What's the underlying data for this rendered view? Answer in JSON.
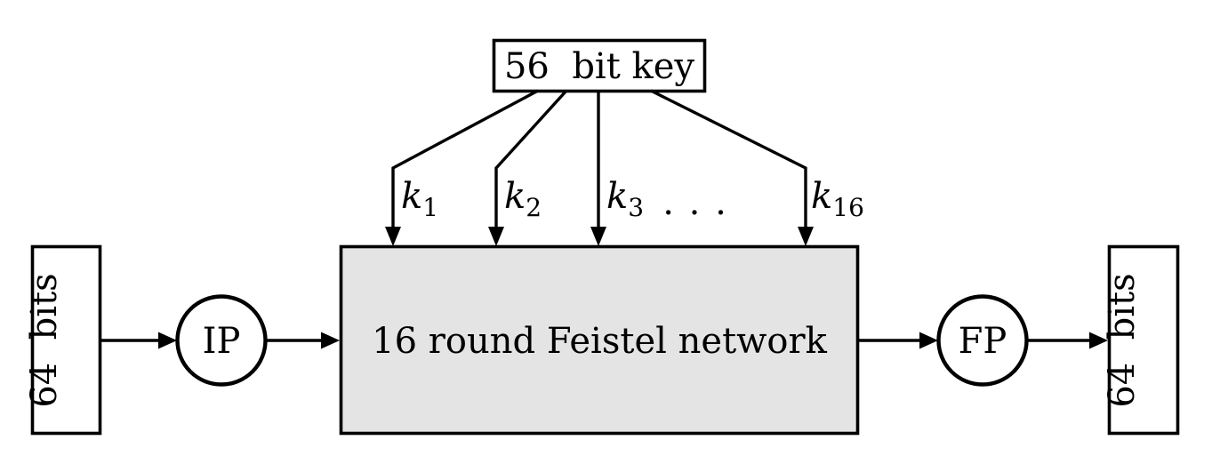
{
  "colors": {
    "stroke": "#000000",
    "background": "#ffffff",
    "feistel_fill": "#e4e4e4",
    "node_fill": "#ffffff"
  },
  "key_box": {
    "label": "56  bit key"
  },
  "key_schedule": {
    "subkeys": [
      {
        "base": "k",
        "sub": "1"
      },
      {
        "base": "k",
        "sub": "2"
      },
      {
        "base": "k",
        "sub": "3"
      },
      {
        "base": "k",
        "sub": "16"
      }
    ],
    "ellipsis": ". . ."
  },
  "feistel_box": {
    "label": "16 round Feistel network"
  },
  "pipeline": {
    "input_box": {
      "label": "64  bits"
    },
    "ip_node": {
      "label": "IP"
    },
    "fp_node": {
      "label": "FP"
    },
    "output_box": {
      "label": "64  bits"
    }
  }
}
